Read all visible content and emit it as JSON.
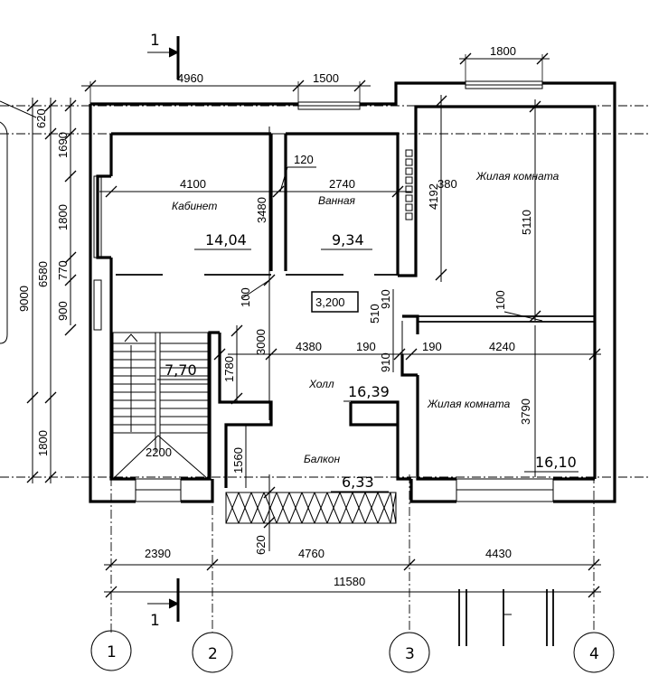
{
  "section_mark": "1",
  "elevation": "3,200",
  "axes": [
    "1",
    "2",
    "3",
    "4"
  ],
  "rooms": {
    "study": {
      "name": "Кабинет",
      "area": "14,04"
    },
    "bathroom": {
      "name": "Ванная",
      "area": "9,34"
    },
    "living_1": {
      "name": "Жилая комната"
    },
    "living_2": {
      "name": "Жилая комната",
      "area": "16,10"
    },
    "hall": {
      "name": "Холл",
      "area": "16,39"
    },
    "balcony": {
      "name": "Балкон",
      "area": "6,33"
    },
    "stair": {
      "area": "7,70"
    }
  },
  "dimensions": {
    "top_4960": "4960",
    "top_1500": "1500",
    "top_1800": "1800",
    "study_4100": "4100",
    "bath_2740": "2740",
    "wall_120": "120",
    "h_3480": "3480",
    "h_4192": "4192",
    "h_380": "380",
    "h_5110": "5110",
    "w_100_a": "100",
    "w_100_b": "100",
    "d_510": "510",
    "d_910_a": "910",
    "d_910_b": "910",
    "h_3000": "3000",
    "hall_4380": "4380",
    "d_190_a": "190",
    "d_190_b": "190",
    "room_4240": "4240",
    "h_1780": "1780",
    "h_3790": "3790",
    "stair_2200": "2200",
    "h_1560": "1560",
    "h_620_bottom": "620",
    "left_620": "620",
    "left_1690": "1690",
    "left_1800": "1800",
    "left_770": "770",
    "left_900": "900",
    "left_6580": "6580",
    "left_9000": "9000",
    "left_1800_low": "1800",
    "axis_2390": "2390",
    "axis_4760": "4760",
    "axis_4430": "4430",
    "total_11580": "11580"
  }
}
